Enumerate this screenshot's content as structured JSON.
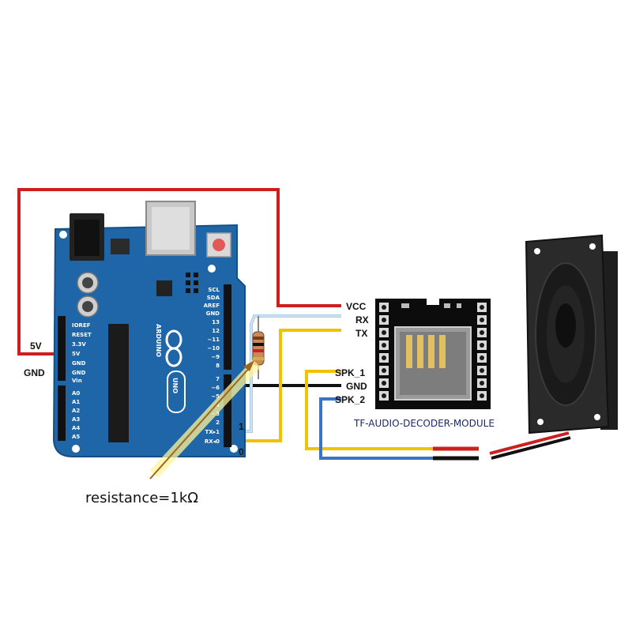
{
  "labels": {
    "five_v": "5V",
    "gnd": "GND",
    "vcc": "VCC",
    "rx": "RX",
    "tx": "TX",
    "spk1": "SPK_1",
    "gnd_module": "GND",
    "spk2": "SPK_2",
    "pin_one": "1",
    "pin_zero": "0",
    "module_title": "TF-AUDIO-DECODER-MODULE",
    "resistance": "resistance=1kΩ"
  },
  "board": {
    "left_pins": [
      "IOREF",
      "RESET",
      "3.3V",
      "5V",
      "GND",
      "GND",
      "Vin"
    ],
    "analog_pins": [
      "A0",
      "A1",
      "A2",
      "A3",
      "A4",
      "A5"
    ],
    "right_pins": [
      "SCL",
      "SDA",
      "AREF",
      "GND",
      "13",
      "12",
      "~11",
      "~10",
      "~9",
      "8",
      "7",
      "~6",
      "~5",
      "4",
      "~3",
      "2",
      "TX▸1",
      "RX◂0"
    ],
    "logo_text": "UNO",
    "brand": "ARDUINO"
  },
  "colors": {
    "board": "#1f66a8",
    "wire_red": "#cc1f1f",
    "wire_black": "#111111",
    "wire_yellow": "#f2c200",
    "wire_lightblue": "#a9cce8",
    "wire_blue": "#3a74c4"
  }
}
